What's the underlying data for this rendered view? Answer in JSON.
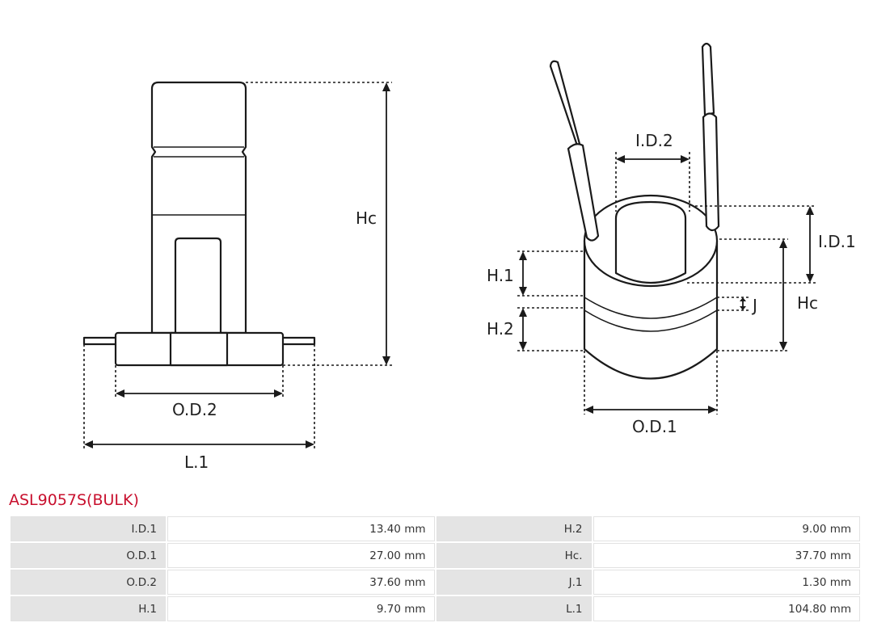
{
  "diagram": {
    "left_labels": {
      "height": "Hc",
      "outer_diameter_2": "O.D.2",
      "length": "L.1"
    },
    "right_labels": {
      "inner_diameter_2": "I.D.2",
      "inner_diameter_1": "I.D.1",
      "height_1": "H.1",
      "height_2": "H.2",
      "gap": "J",
      "height": "Hc",
      "outer_diameter_1": "O.D.1"
    }
  },
  "part_number": "ASL9057S(BULK)",
  "specs": [
    {
      "label": "I.D.1",
      "value": "13.40 mm"
    },
    {
      "label": "O.D.1",
      "value": "27.00 mm"
    },
    {
      "label": "O.D.2",
      "value": "37.60 mm"
    },
    {
      "label": "H.1",
      "value": "9.70 mm"
    },
    {
      "label": "H.2",
      "value": "9.00 mm"
    },
    {
      "label": "Hc.",
      "value": "37.70 mm"
    },
    {
      "label": "J.1",
      "value": "1.30 mm"
    },
    {
      "label": "L.1",
      "value": "104.80 mm"
    }
  ]
}
